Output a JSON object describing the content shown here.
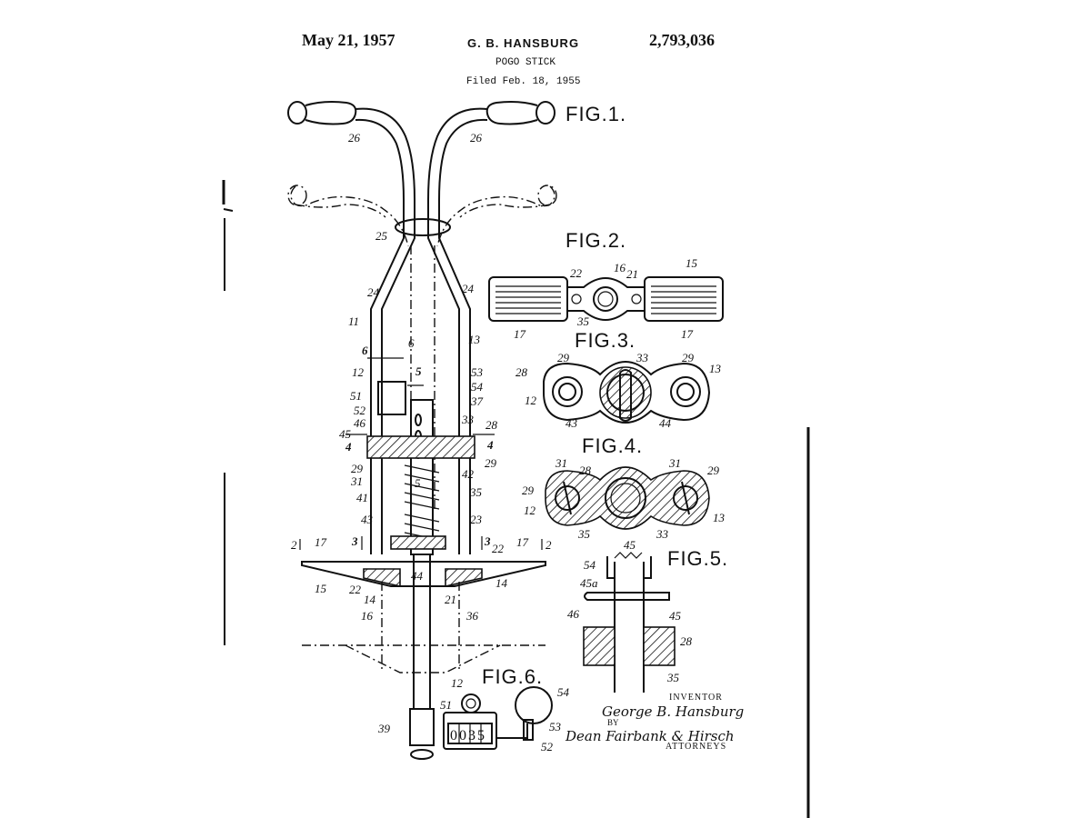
{
  "header": {
    "date": "May 21, 1957",
    "inventor": "G. B. HANSBURG",
    "patent_number": "2,793,036",
    "title": "POGO STICK",
    "filed": "Filed Feb. 18, 1955"
  },
  "figures": {
    "fig1": "FIG.1.",
    "fig2": "FIG.2.",
    "fig3": "FIG.3.",
    "fig4": "FIG.4.",
    "fig5": "FIG.5.",
    "fig6": "FIG.6."
  },
  "fig1_labels": {
    "l26a": "26",
    "l26b": "26",
    "l25": "25",
    "l24a": "24",
    "l24b": "24",
    "l11": "11",
    "l13": "13",
    "l6a": "6",
    "l6b": "6",
    "l12": "12",
    "l5": "5",
    "l53": "53",
    "l54": "54",
    "l51": "51",
    "l37": "37",
    "l52": "52",
    "l46": "46",
    "l33": "33",
    "l28": "28",
    "l45": "45",
    "l4a": "4",
    "l4b": "4",
    "l29a": "29",
    "l29b": "29",
    "l31": "31",
    "l42": "42",
    "l5b": "5",
    "l41": "41",
    "l35": "35",
    "l43": "43",
    "l23": "23",
    "l3a": "3",
    "l3b": "3",
    "l2a": "2",
    "l2b": "2",
    "l17a": "17",
    "l22a": "22",
    "l17b": "17",
    "l15": "15",
    "l22b": "22",
    "l14a": "14",
    "l44": "44",
    "l21": "21",
    "l14b": "14",
    "l16": "16",
    "l36": "36",
    "l39": "39"
  },
  "fig2_labels": {
    "l15": "15",
    "l22": "22",
    "l16": "16",
    "l21": "21",
    "l17a": "17",
    "l35": "35",
    "l17b": "17"
  },
  "fig3_labels": {
    "l33": "33",
    "l29a": "29",
    "l29b": "29",
    "l28": "28",
    "l13": "13",
    "l12": "12",
    "l43": "43",
    "l44": "44"
  },
  "fig4_labels": {
    "l31a": "31",
    "l28": "28",
    "l31b": "31",
    "l29a": "29",
    "l29b": "29",
    "l12": "12",
    "l13": "13",
    "l35": "35",
    "l45": "45",
    "l33": "33"
  },
  "fig5_labels": {
    "l54": "54",
    "l45a": "45a",
    "l46": "46",
    "l45": "45",
    "l28": "28",
    "l35": "35"
  },
  "fig6_labels": {
    "l12": "12",
    "l51": "51",
    "l54": "54",
    "l53": "53",
    "l52": "52",
    "counter": "0035"
  },
  "signature": {
    "inventor_caption": "INVENTOR",
    "inventor_name": "George B. Hansburg",
    "by": "BY",
    "attorneys_name": "Dean Fairbank & Hirsch",
    "attorneys_caption": "ATTORNEYS"
  }
}
